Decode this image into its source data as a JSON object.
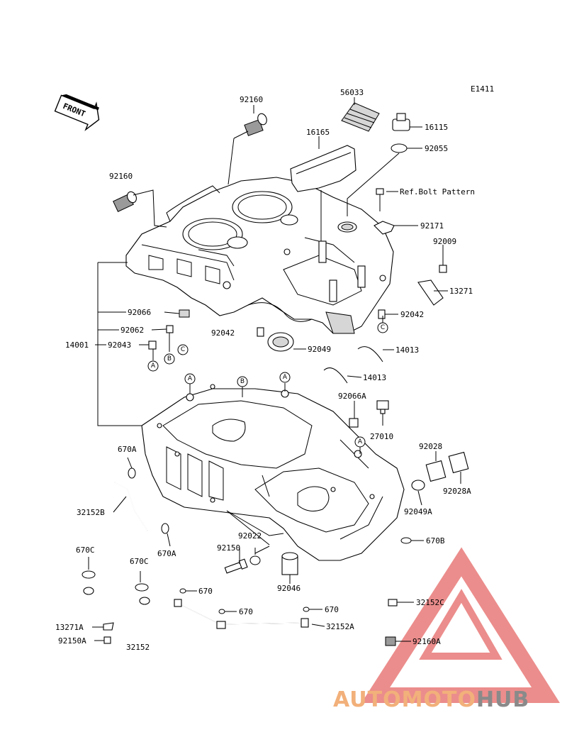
{
  "diagram_code": "E1411",
  "front_label": "FRONT",
  "callouts": {
    "p92160_top": "92160",
    "p56033": "56033",
    "p16165": "16165",
    "p16115": "16115",
    "p92055": "92055",
    "p92160_left": "92160",
    "ref_bolt": "Ref.Bolt Pattern",
    "p92171": "92171",
    "p92009": "92009",
    "p13271_r": "13271",
    "p92042_r": "92042",
    "p92066": "92066",
    "p92062": "92062",
    "p14001": "14001",
    "p92043": "92043",
    "p92042_c": "92042",
    "p92049": "92049",
    "p14013_a": "14013",
    "p14013_b": "14013",
    "p92066A": "92066A",
    "p27010": "27010",
    "p92028": "92028",
    "p92028A": "92028A",
    "p670A_top": "670A",
    "p32152B": "32152B",
    "p670A_bot": "670A",
    "p92049A": "92049A",
    "p92022": "92022",
    "p92150": "92150",
    "p670B": "670B",
    "p670C_l": "670C",
    "p670C_r": "670C",
    "p92046": "92046",
    "p670_1": "670",
    "p32152C": "32152C",
    "p670_2": "670",
    "p670_3": "670",
    "p13271A": "13271A",
    "p32152A": "32152A",
    "p92150A": "92150A",
    "p32152": "32152",
    "p92160A": "92160A"
  },
  "markers": {
    "A": "A",
    "B": "B",
    "C": "C"
  },
  "watermark": {
    "part1": "AUTOMOTO",
    "part2": "HUB",
    "color1": "#f2b07a",
    "color2": "#8a8a8a",
    "triangle_color": "#e87a78"
  }
}
